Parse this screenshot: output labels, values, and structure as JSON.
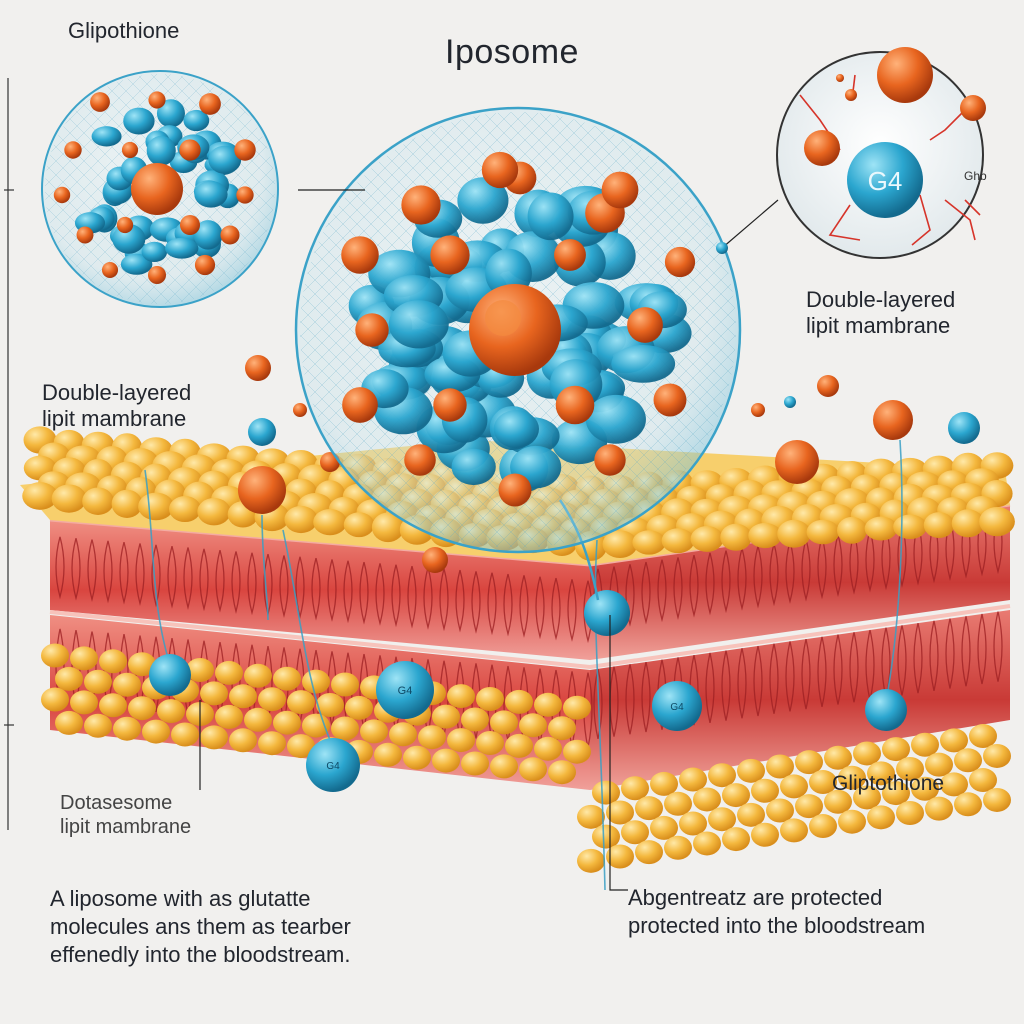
{
  "diagram": {
    "title": "Iposome",
    "labels": {
      "top_left": "Glipothione",
      "left_membrane": [
        "Double-layered",
        "lipit mambrane"
      ],
      "right_membrane": [
        "Double-layered",
        "lipit mambrane"
      ],
      "right_lower": "Gliptothione",
      "left_lower": [
        "Dotasesome",
        "lipit mambrane"
      ]
    },
    "inset": {
      "center_molecule": "G4",
      "side_tag": "Ghb"
    },
    "droplet_tag": "G4",
    "captions": {
      "left": [
        "A liposome with as glutatte",
        "molecules ans them as tearber",
        "effenedly into the bloodstream."
      ],
      "right": [
        "Abgentreatz are protected",
        "protected into the bloodstream"
      ]
    },
    "colors": {
      "background": "#f1f0ee",
      "liposome_blue": "#2b9cc4",
      "glutathione_orange": "#e8651f",
      "lipid_yellow": "#f2b53a",
      "tissue_red": "#d9453f"
    }
  }
}
